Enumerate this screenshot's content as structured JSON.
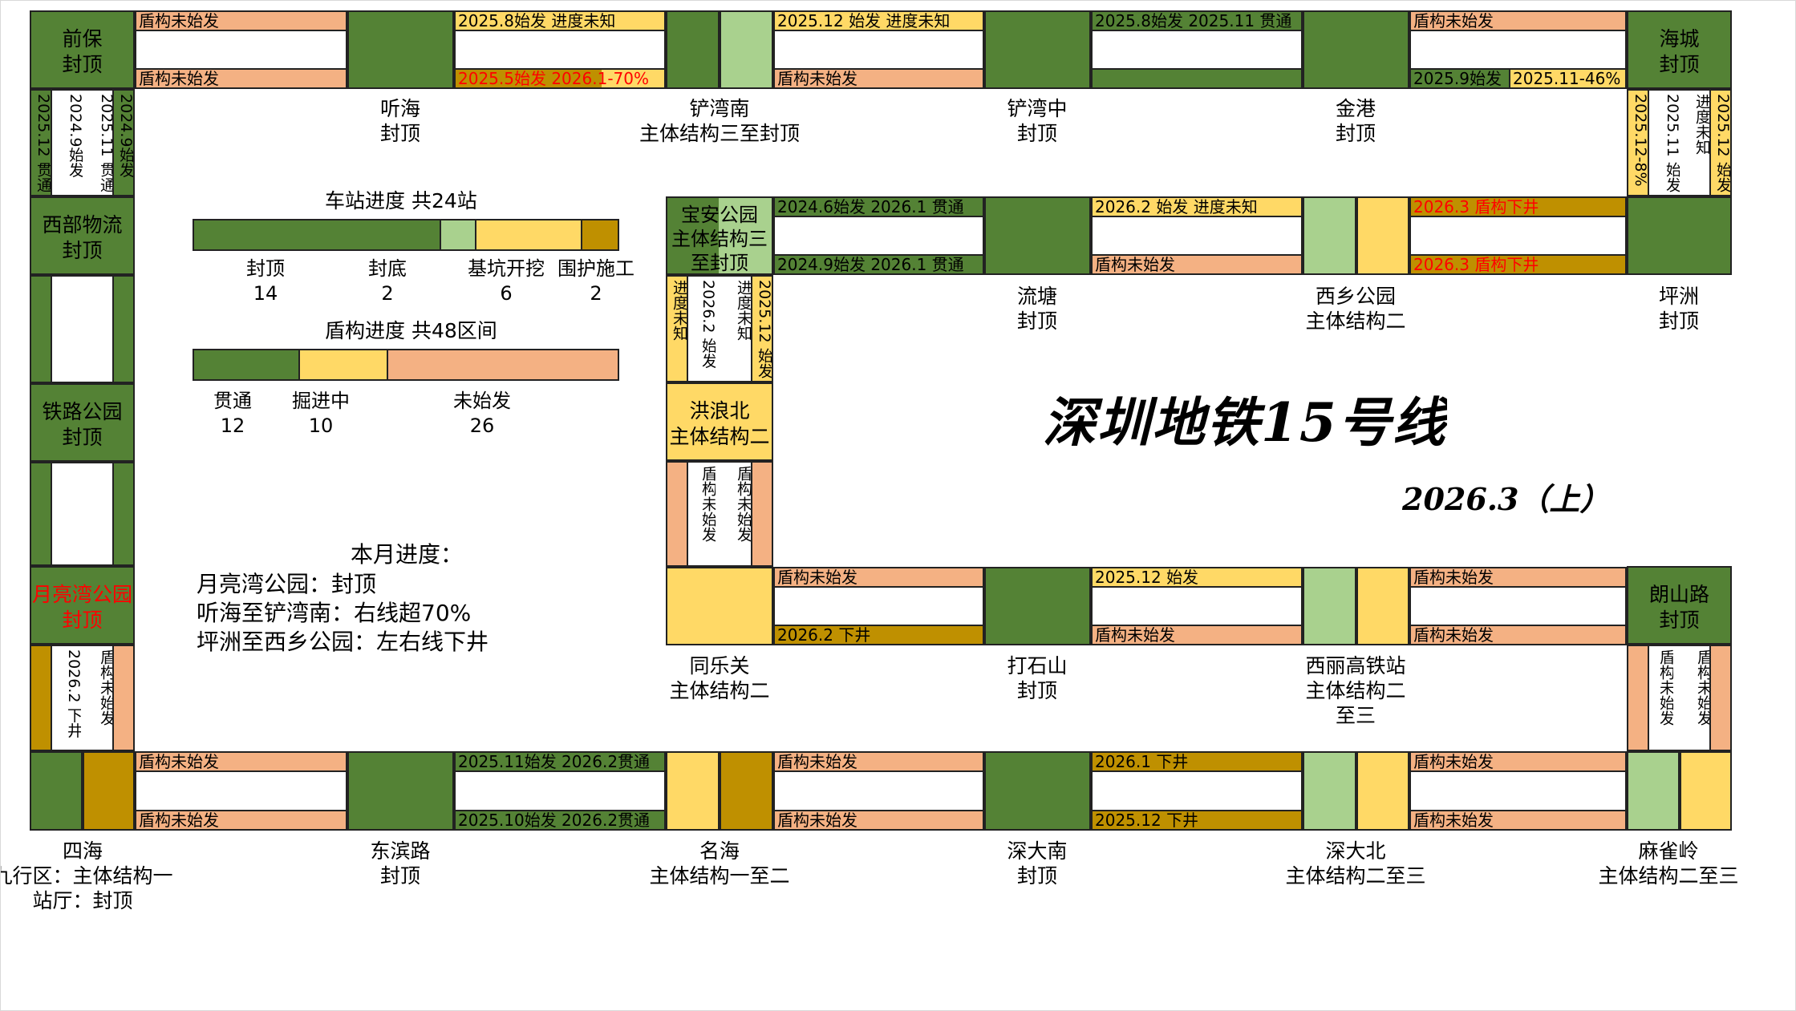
{
  "colors": {
    "green_dark": "#548235",
    "green_light": "#a9d18e",
    "yellow": "#ffd966",
    "gold": "#bf9000",
    "salmon": "#f4b183",
    "white": "#ffffff",
    "red_text": "#ff0000"
  },
  "title": "深圳地铁15号线",
  "date": "2026.3（上）",
  "legend": {
    "station_title": "车站进度 共24站",
    "station_items": [
      {
        "label": "封顶",
        "value": "14",
        "color": "#548235"
      },
      {
        "label": "封底",
        "value": "2",
        "color": "#a9d18e"
      },
      {
        "label": "基坑开挖",
        "value": "6",
        "color": "#ffd966"
      },
      {
        "label": "围护施工",
        "value": "2",
        "color": "#bf9000"
      }
    ],
    "shield_title": "盾构进度 共48区间",
    "shield_items": [
      {
        "label": "贯通",
        "value": "12",
        "color": "#548235"
      },
      {
        "label": "掘进中",
        "value": "10",
        "color": "#ffd966"
      },
      {
        "label": "未始发",
        "value": "26",
        "color": "#f4b183"
      }
    ]
  },
  "monthly": {
    "title": "本月进度：",
    "lines": [
      "月亮湾公园：封顶",
      "听海至铲湾南：右线超70%",
      "坪洲至西乡公园：左右线下井"
    ]
  },
  "stations": {
    "qianbao": {
      "name": "前保",
      "status": "封顶"
    },
    "haicheng": {
      "name": "海城",
      "status": "封顶"
    },
    "xibuwuliu": {
      "name": "西部物流",
      "status": "封顶"
    },
    "baoan_gongyuan": {
      "name": "宝安公园",
      "status": "主体结构三至封顶"
    },
    "tielu_gongyuan": {
      "name": "铁路公园",
      "status": "封顶"
    },
    "hongnangbei": {
      "name": "洪浪北",
      "status": "主体结构二"
    },
    "yueliangwan": {
      "name": "月亮湾公园",
      "status": "封顶"
    },
    "langshanlu": {
      "name": "朗山路",
      "status": "封顶"
    },
    "tinghai": {
      "name": "听海",
      "status": "封顶"
    },
    "chanwannan": {
      "name": "铲湾南",
      "status": "主体结构三至封顶"
    },
    "chanwanzhong": {
      "name": "铲湾中",
      "status": "封顶"
    },
    "jingang": {
      "name": "金港",
      "status": "封顶"
    },
    "liutang": {
      "name": "流塘",
      "status": "封顶"
    },
    "xixiang_gongyuan": {
      "name": "西乡公园",
      "status": "主体结构二"
    },
    "pingzhou": {
      "name": "坪洲",
      "status": "封顶"
    },
    "tonglecguan": {
      "name": "同乐关",
      "status": "主体结构二"
    },
    "dashishan": {
      "name": "打石山",
      "status": "封顶"
    },
    "xili_gaotiezhan": {
      "name": "西丽高铁站",
      "status": "主体结构二\n至三"
    },
    "sihai": {
      "name": "四海",
      "status": "九行区：主体结构一\n站厅：封顶"
    },
    "dongbinlu": {
      "name": "东滨路",
      "status": "封顶"
    },
    "minghai": {
      "name": "名海",
      "status": "主体结构一至二"
    },
    "shendanan": {
      "name": "深大南",
      "status": "封顶"
    },
    "shendabei": {
      "name": "深大北",
      "status": "主体结构二至三"
    },
    "maqueling": {
      "name": "麻雀岭",
      "status": "主体结构二至三"
    }
  },
  "tunnels": {
    "qianbao_tinghai_top": "盾构未始发",
    "qianbao_tinghai_bottom": "盾构未始发",
    "tinghai_chanwannan_top": "2025.8始发 进度未知",
    "tinghai_chanwannan_bottom": "2025.5始发 2026.1-70%",
    "chanwannan_chanwanzhong_top": "2025.12 始发 进度未知",
    "chanwannan_chanwanzhong_bottom": "盾构未始发",
    "chanwanzhong_jingang_top": "2025.8始发 2025.11 贯通",
    "chanwanzhong_jingang_bottom": "",
    "jingang_haicheng_top": "盾构未始发",
    "jingang_haicheng_bottom_a": "2025.9始发",
    "jingang_haicheng_bottom_b": "2025.11-46%",
    "baoan_liutang_top": "2024.6始发 2026.1 贯通",
    "baoan_liutang_bottom": "2024.9始发 2026.1 贯通",
    "liutang_xixiang_top": "2026.2 始发 进度未知",
    "liutang_xixiang_bottom": "盾构未始发",
    "xixiang_pingzhou_top": "2026.3 盾构下井",
    "xixiang_pingzhou_bottom": "2026.3 盾构下井",
    "tongle_dashishan_top": "盾构未始发",
    "tongle_dashishan_bottom": "2026.2 下井",
    "dashishan_xili_top": "2025.12 始发",
    "dashishan_xili_bottom": "盾构未始发",
    "xili_langshan_top": "盾构未始发",
    "xili_langshan_bottom": "盾构未始发",
    "sihai_dongbin_top": "盾构未始发",
    "sihai_dongbin_bottom": "盾构未始发",
    "dongbin_minghai_top": "2025.11始发 2026.2贯通",
    "dongbin_minghai_bottom": "2025.10始发 2026.2贯通",
    "minghai_shendanan_top": "盾构未始发",
    "minghai_shendanan_bottom": "盾构未始发",
    "shendanan_shendabei_top": "2026.1 下井",
    "shendanan_shendabei_bottom": "2025.12 下井",
    "shendabei_maqueling_top": "盾构未始发",
    "shendabei_maqueling_bottom": "盾构未始发",
    "qianbao_xibu_left": "2025.12 贯通",
    "qianbao_xibu_left2": "2024.9始发",
    "qianbao_xibu_right2": "2025.11 贯通",
    "qianbao_xibu_right": "2024.9始发",
    "haicheng_pingzhou_left": "2025.12-8%",
    "haicheng_pingzhou_left2": "2025.11 始发",
    "haicheng_pingzhou_right2": "进度未知",
    "haicheng_pingzhou_right": "2025.12 始发",
    "baoan_hongnang_left": "进度未知",
    "baoan_hongnang_left2": "2026.2 始发",
    "baoan_hongnang_right2": "进度未知",
    "baoan_hongnang_right": "2025.12 始发",
    "hongnang_tongle_left": "盾构未始发",
    "hongnang_tongle_right": "盾构未始发",
    "yueliang_sihai_left": "2026.2 下井",
    "yueliang_sihai_right": "盾构未始发",
    "langshan_maqueling_left": "盾构未始发",
    "langshan_maqueling_right": "盾构未始发"
  }
}
